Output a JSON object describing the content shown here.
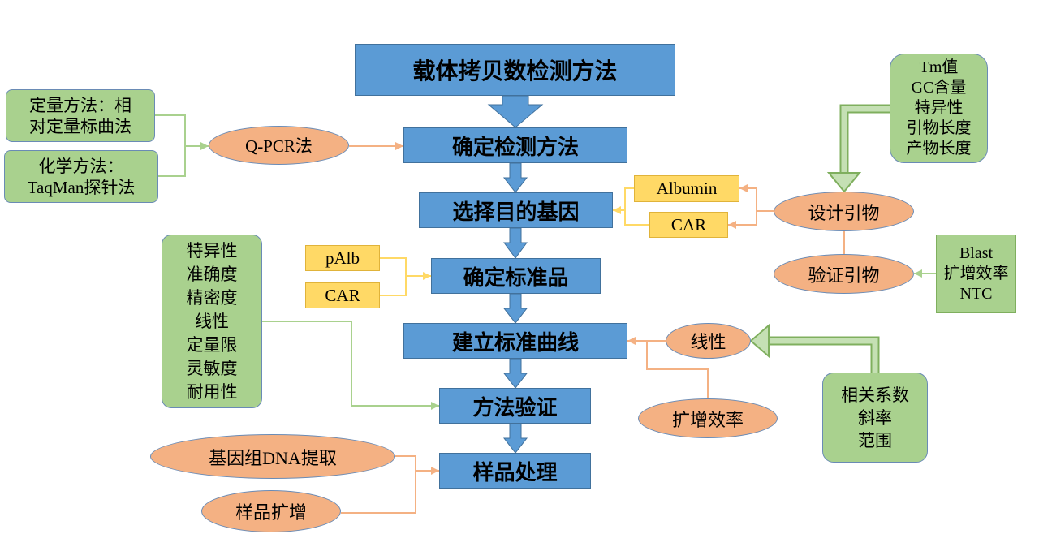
{
  "main_title": "载体拷贝数检测方法",
  "steps": {
    "detection_method": "确定检测方法",
    "target_gene": "选择目的基因",
    "standard": "确定标准品",
    "standard_curve": "建立标准曲线",
    "validation": "方法验证",
    "sample_processing": "样品处理"
  },
  "qpcr": {
    "label": "Q-PCR法",
    "quant_method_lines": [
      "定量方法：相",
      "对定量标曲法"
    ],
    "chem_method_lines": [
      "化学方法：",
      "TaqMan探针法"
    ]
  },
  "genes": {
    "albumin": "Albumin",
    "car": "CAR"
  },
  "standards": {
    "palb": "pAlb",
    "car": "CAR"
  },
  "primer_design": {
    "label": "设计引物",
    "criteria": [
      "Tm值",
      "GC含量",
      "特异性",
      "引物长度",
      "产物长度"
    ]
  },
  "primer_verify": {
    "label": "验证引物",
    "criteria": [
      "Blast",
      "扩增效率",
      "NTC"
    ]
  },
  "curve": {
    "linearity": "线性",
    "efficiency": "扩增效率",
    "linearity_criteria": [
      "相关系数",
      "斜率",
      "范围"
    ]
  },
  "validation_params": [
    "特异性",
    "准确度",
    "精密度",
    "线性",
    "定量限",
    "灵敏度",
    "耐用性"
  ],
  "samples": {
    "dna_extraction": "基因组DNA提取",
    "amplification": "样品扩增"
  },
  "colors": {
    "step_fill": "#5B9BD5",
    "step_border": "#41719C",
    "green_fill": "#A9D18E",
    "orange_fill": "#F4B183",
    "yellow_fill": "#FFD966",
    "green_line": "#A9D18E",
    "orange_line": "#F4B183",
    "yellow_line": "#FFD966"
  }
}
